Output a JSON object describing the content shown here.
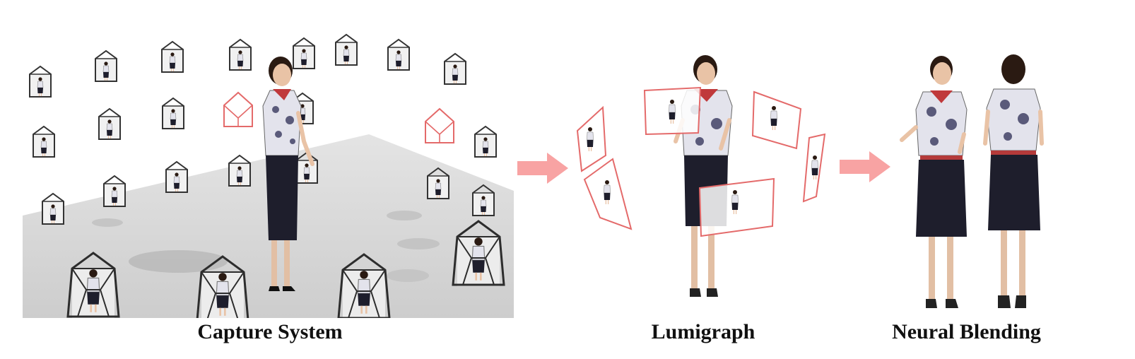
{
  "figure": {
    "panels": [
      {
        "id": "capture",
        "label": "Capture System"
      },
      {
        "id": "lumigraph",
        "label": "Lumigraph"
      },
      {
        "id": "blending",
        "label": "Neural Blending"
      }
    ],
    "colors": {
      "highlight_camera": "#e46a6a",
      "arrow": "#f8a3a3",
      "camera_frame": "#333333",
      "floor": "#d4d4d4",
      "shirt": "#e3e3ec",
      "skirt": "#1e1e2c",
      "skin": "#e9c3a6",
      "hair": "#2a1a12",
      "scarf": "#c0393b"
    },
    "icons": [
      "right-arrow-icon",
      "camera-icon",
      "person-figure-icon"
    ]
  }
}
